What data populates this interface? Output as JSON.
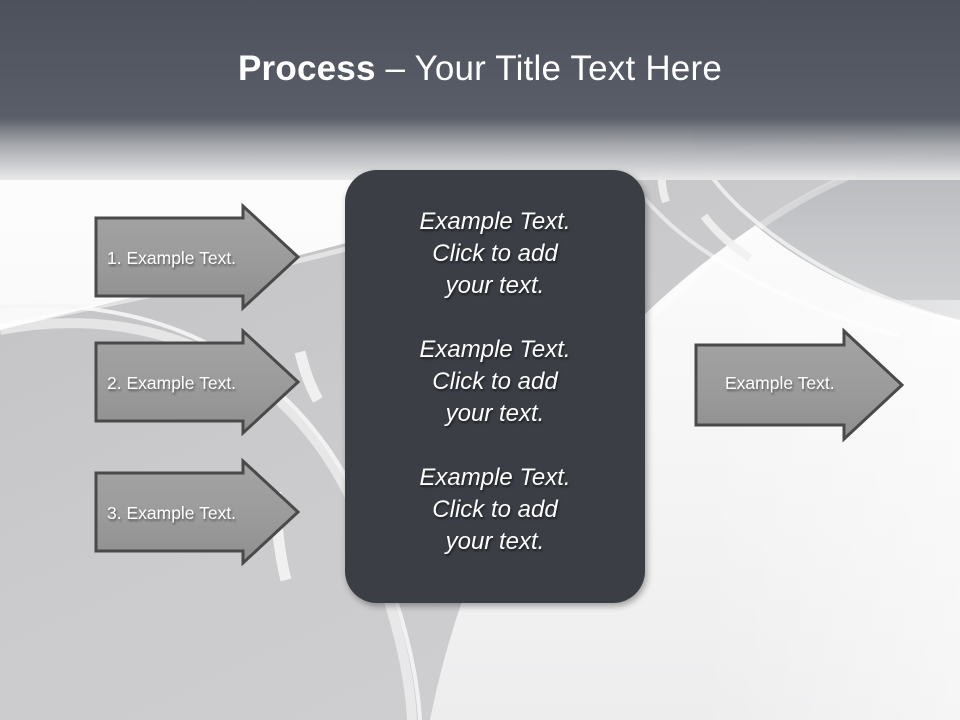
{
  "slide": {
    "title": {
      "strong": "Process",
      "rest": " – Your Title Text Here"
    },
    "colors": {
      "header_band": "#525761",
      "panel": "#3b3f45",
      "arrow_fill": "#9b9b9b",
      "arrow_border": "#4a4a4a",
      "road": "#c9c9cb",
      "lane_marking": "#f1f1f1",
      "title_text": "#ffffff",
      "body_text": "#ffffff"
    },
    "background": {
      "name": "winding-road-illustration",
      "description": "Curved gray road with white dashed lane markings"
    }
  },
  "input_arrows": [
    {
      "label": "1. Example Text."
    },
    {
      "label": "2. Example Text."
    },
    {
      "label": "3. Example Text."
    }
  ],
  "output_arrow": {
    "label": "Example Text."
  },
  "center_panel": {
    "paragraphs": [
      "Example Text.\nClick  to add\nyour text.",
      "Example Text.\nClick  to add\nyour text.",
      "Example Text.\nClick  to add\nyour text."
    ]
  }
}
